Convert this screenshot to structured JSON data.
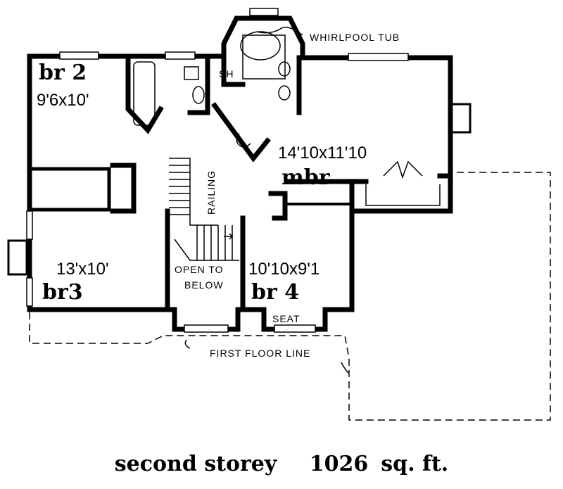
{
  "plan": {
    "rooms": [
      {
        "name": "br 2",
        "size": "9'6x10'"
      },
      {
        "name": "br3",
        "size": "13'x10'"
      },
      {
        "name": "br 4",
        "size": "10'10x9'1"
      },
      {
        "name": "mbr",
        "size": "14'10x11'10"
      }
    ],
    "labels": {
      "whirlpool": "WHIRLPOOL TUB",
      "shower": "SH",
      "railing": "RAILING",
      "open_line1": "OPEN TO",
      "open_line2": "BELOW",
      "seat": "SEAT",
      "first_floor_line": "FIRST FLOOR LINE"
    }
  },
  "caption": {
    "floor": "second storey",
    "area": "1026",
    "unit": "sq. ft."
  }
}
